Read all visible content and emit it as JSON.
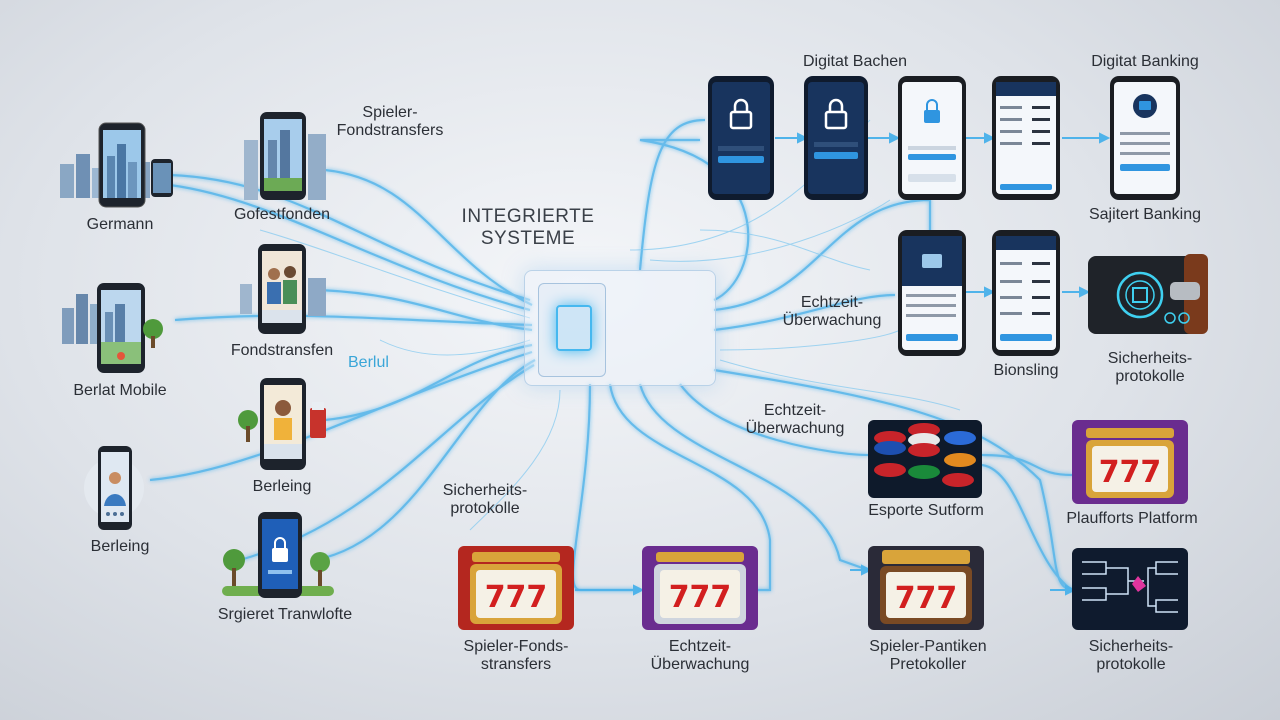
{
  "title": "INTEGRIERTE\nSYSTEME",
  "accent_label": "Berlul",
  "colors": {
    "accent": "#46b8ef",
    "phone_screen": "#18345e",
    "slot_gold": "#d9a43a",
    "slot_purple": "#6a2c8f"
  },
  "labels": {
    "germann": "Germann",
    "berlat_mobile": "Berlat Mobile",
    "berleing_left": "Berleing",
    "spieler_fondstransfers_top": "Spieler-\nFondstransfers",
    "gofestfonden": "Gofestfonden",
    "fondstransfen": "Fondstransfen",
    "berleing_mid": "Berleing",
    "srgieret": "Srgieret Tranwlofte",
    "digitat_bachen": "Digitat Bachen",
    "digitat_banking": "Digitat Banking",
    "sajitert_banking": "Sajitert Banking",
    "echtzeit_1": "Echtzeit-\nÜberwachung",
    "bionsling": "Bionsling",
    "sicherheits_1": "Sicherheits-\nprotokolle",
    "echtzeit_2": "Echtzeit-\nÜberwachung",
    "sicherheits_2": "Sicherheits-\nprotokolle",
    "esporte": "Esporte Sutform",
    "plaufforts": "Plaufforts Platform",
    "spieler_bottom": "Spieler-Fonds-\nstransfers",
    "echtzeit_bottom": "Echtzeit-\nÜberwachung",
    "spieler_pretokoller": "Spieler-Pantiken\nPretokoller",
    "sicherheits_bottom": "Sicherheits-\nprotokolle"
  },
  "icons": {
    "phone": "smartphone-icon",
    "lock": "lock-icon",
    "wallet": "wallet-icon",
    "slot": "slot-machine-icon",
    "chips": "casino-chips-icon",
    "bracket": "tournament-bracket-icon",
    "city": "city-skyline-icon"
  },
  "slot_symbol": "777"
}
